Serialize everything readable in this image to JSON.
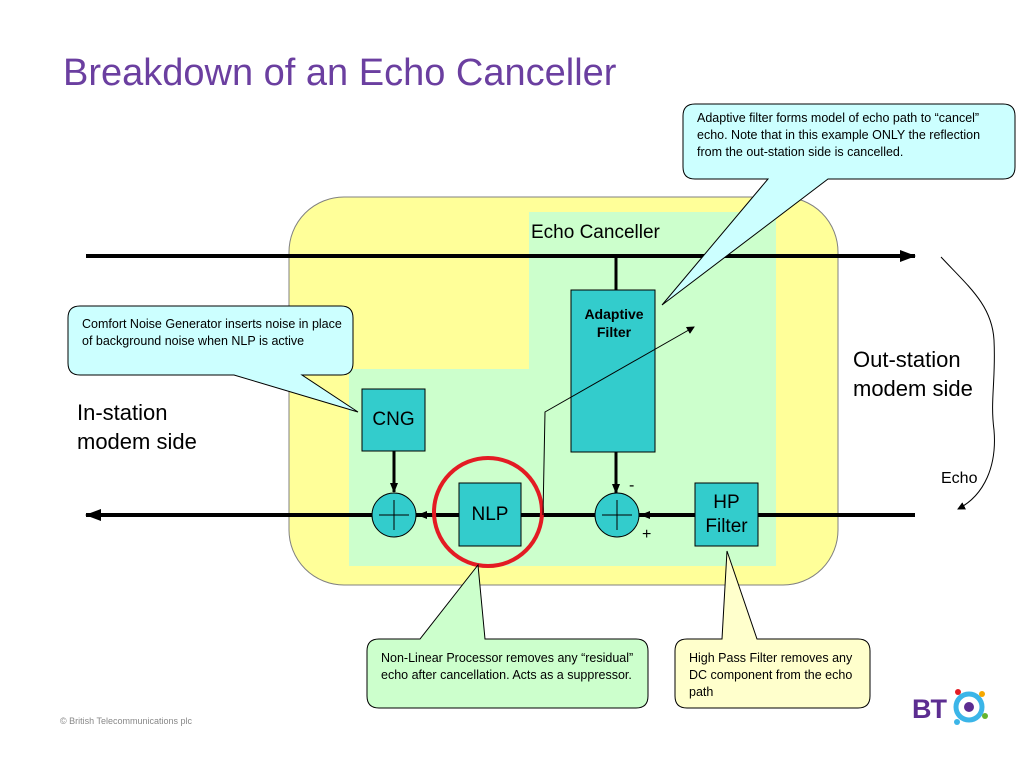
{
  "title": "Breakdown of an Echo Canceller",
  "labels": {
    "echo_canceller": "Echo Canceller",
    "adaptive_filter": "Adaptive Filter",
    "cng": "CNG",
    "nlp": "NLP",
    "hp_filter": "HP Filter",
    "in_station": "In-station modem side",
    "out_station": "Out-station modem side",
    "echo": "Echo",
    "minus": "-",
    "plus": "+"
  },
  "callouts": {
    "adaptive": "Adaptive filter forms model of echo path to “cancel” echo. Note that in this example ONLY the reflection from the out-station side is cancelled.",
    "cng": "Comfort Noise Generator inserts noise in place of background noise when NLP is active",
    "nlp": "Non-Linear Processor removes any “residual” echo  after cancellation. Acts as a suppressor.",
    "hp": "High Pass Filter removes any DC component from the echo path"
  },
  "footer": "© British Telecommunications plc",
  "logo": {
    "text": "BT"
  },
  "colors": {
    "title": "#6b3fa0",
    "outer_box": "#ffff99",
    "inner_box": "#ccffcc",
    "component": "#33cccc",
    "callout_cyan": "#ccffff",
    "callout_green": "#ccffcc",
    "callout_yellow": "#ffffcc",
    "highlight_circle": "#e31b23"
  }
}
